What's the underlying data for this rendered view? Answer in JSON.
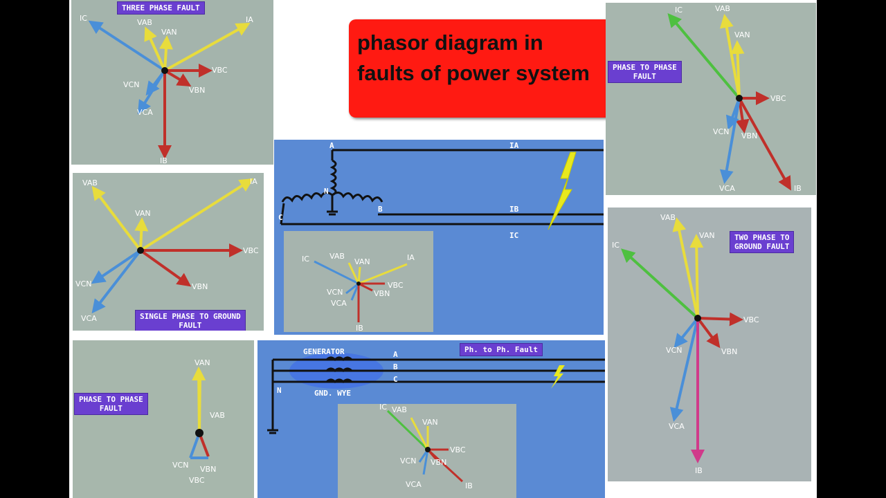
{
  "title": {
    "line1": "phasor diagram in",
    "line2": "faults of power system"
  },
  "colors": {
    "ia_yellow": "#e8dc3c",
    "ib_red": "#c0302a",
    "ic_blue": "#4a8fd8",
    "ic_green": "#4ec040",
    "magenta": "#d03a8a",
    "label_purple": "#6a3fd0",
    "panel_gray": "#9fb0a8",
    "circuit_blue": "#5a8ad4",
    "title_red": "#ff1a12"
  },
  "panels": {
    "three_phase": {
      "label": "THREE PHASE FAULT",
      "phasors": [
        "IC",
        "VCN",
        "VAN",
        "IA",
        "VBC",
        "VBN",
        "VCN",
        "VCA",
        "IB"
      ]
    },
    "phase_to_phase_top": {
      "label_line1": "PHASE TO PHASE",
      "label_line2": "FAULT"
    },
    "single_phase": {
      "label_line1": "SINGLE PHASE TO GROUND",
      "label_line2": "FAULT"
    },
    "two_phase_ground": {
      "label_line1": "TWO PHASE TO",
      "label_line2": "GROUND FAULT"
    },
    "phase_to_phase_bottom": {
      "label_line1": "PHASE TO PHASE",
      "label_line2": "FAULT"
    },
    "circuit_top": {
      "node_a": "A",
      "node_b": "B",
      "node_c": "C",
      "node_n": "N",
      "current_a": "IA",
      "current_b": "IB",
      "current_c": "IC"
    },
    "circuit_bottom": {
      "label": "Ph. to Ph. Fault",
      "generator": "GENERATOR",
      "gnd": "GND. WYE",
      "node_a": "A",
      "node_b": "B",
      "node_c": "C",
      "node_n": "N"
    }
  },
  "phasor_labels": {
    "IA": "IA",
    "IB": "IB",
    "IC": "IC",
    "VAN": "VAN",
    "VBN": "VBN",
    "VCN": "VCN",
    "VAB": "VAB",
    "VBC": "VBC",
    "VCA": "VCA"
  }
}
